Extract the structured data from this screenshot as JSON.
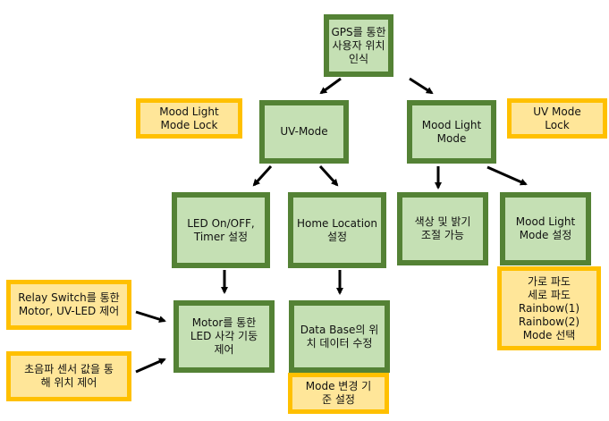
{
  "colors": {
    "green_border": "#548235",
    "green_fill": "#C5E0B4",
    "yellow_border": "#FFC000",
    "yellow_fill": "#FFE699",
    "arrow": "#000000"
  },
  "nodes": {
    "gps": "GPS를 통한\n사용자 위치\n인식",
    "mood_lock": "Mood Light\nMode Lock",
    "uv_mode": "UV-Mode",
    "mood_mode": "Mood Light\nMode",
    "uv_lock": "UV Mode\nLock",
    "led_timer": "LED On/OFF,\nTimer 설정",
    "home_location": "Home Location\n설정",
    "color_brightness": "색상 및 밝기\n조절 가능",
    "mood_setting": "Mood Light\nMode 설정",
    "mood_options": "가로 파도\n세로 파도\nRainbow(1)\nRainbow(2)\nMode 선택",
    "relay": "Relay Switch를 통한\nMotor, UV-LED 제어",
    "ultrasonic": "초음파 센서 값을 통\n해 위치 제어",
    "motor": "Motor를 통한\nLED 사각 기둥\n제어",
    "database": "Data Base의 위\n치 데이터 수정",
    "mode_change": "Mode 변경 기\n준 설정"
  }
}
